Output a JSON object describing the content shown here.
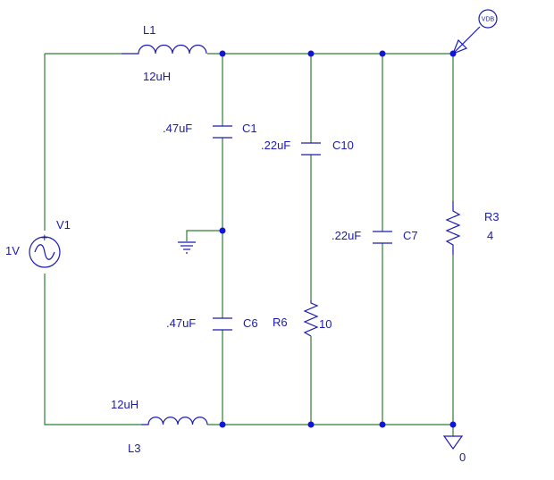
{
  "colors": {
    "wire": "#2e7d32",
    "component": "#1a1ab0",
    "node": "#1414d8",
    "background": "#ffffff"
  },
  "components": {
    "L1": {
      "ref": "L1",
      "value": "12uH"
    },
    "L3": {
      "ref": "L3",
      "value": "12uH"
    },
    "C1": {
      "ref": "C1",
      "value": ".47uF"
    },
    "C6": {
      "ref": "C6",
      "value": ".47uF"
    },
    "C10": {
      "ref": "C10",
      "value": ".22uF"
    },
    "C7": {
      "ref": "C7",
      "value": ".22uF"
    },
    "R6": {
      "ref": "R6",
      "value": "10"
    },
    "R3": {
      "ref": "R3",
      "value": "4"
    },
    "V1": {
      "ref": "V1",
      "value": "1V",
      "plus": "+"
    }
  },
  "probe": {
    "label": "VDB"
  },
  "ground": {
    "label": "0"
  }
}
